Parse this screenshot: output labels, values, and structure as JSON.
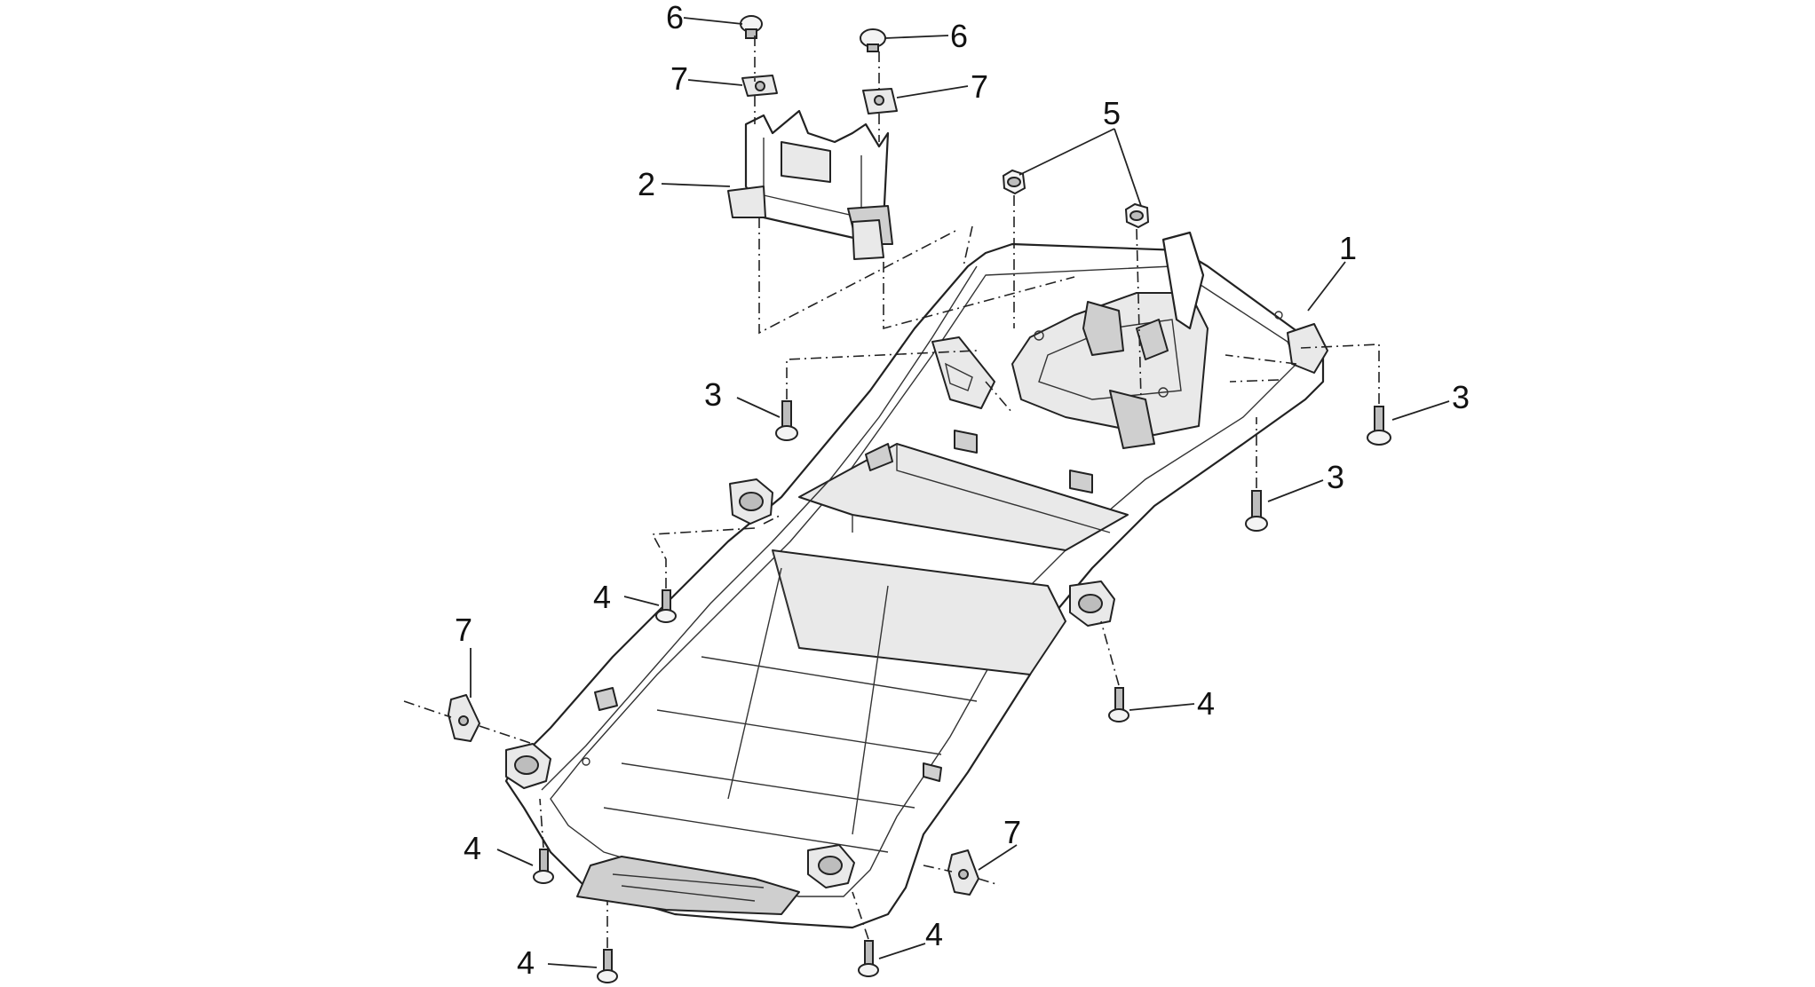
{
  "callouts": [
    {
      "id": "c1",
      "label": "1"
    },
    {
      "id": "c2",
      "label": "2"
    },
    {
      "id": "c3a",
      "label": "3"
    },
    {
      "id": "c3b",
      "label": "3"
    },
    {
      "id": "c3c",
      "label": "3"
    },
    {
      "id": "c4a",
      "label": "4"
    },
    {
      "id": "c4b",
      "label": "4"
    },
    {
      "id": "c4c",
      "label": "4"
    },
    {
      "id": "c4d",
      "label": "4"
    },
    {
      "id": "c4e",
      "label": "4"
    },
    {
      "id": "c5",
      "label": "5"
    },
    {
      "id": "c6a",
      "label": "6"
    },
    {
      "id": "c6b",
      "label": "6"
    },
    {
      "id": "c7a",
      "label": "7"
    },
    {
      "id": "c7b",
      "label": "7"
    },
    {
      "id": "c7c",
      "label": "7"
    },
    {
      "id": "c7d",
      "label": "7"
    }
  ]
}
